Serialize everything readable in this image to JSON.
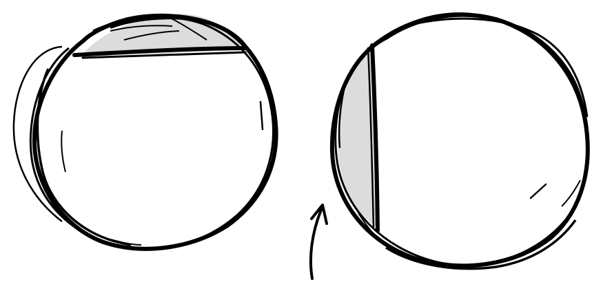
{
  "diagram": {
    "kind": "hand-drawn sketch",
    "figures": [
      {
        "id": "left-circle",
        "shaded_segment": "top"
      },
      {
        "id": "right-circle",
        "shaded_segment": "left"
      }
    ],
    "annotations": [
      {
        "id": "curved-arrow",
        "points_to": "right-circle"
      }
    ],
    "colors": {
      "ink": "#000000",
      "shade": "#dcdcdc",
      "background": "#ffffff"
    }
  }
}
